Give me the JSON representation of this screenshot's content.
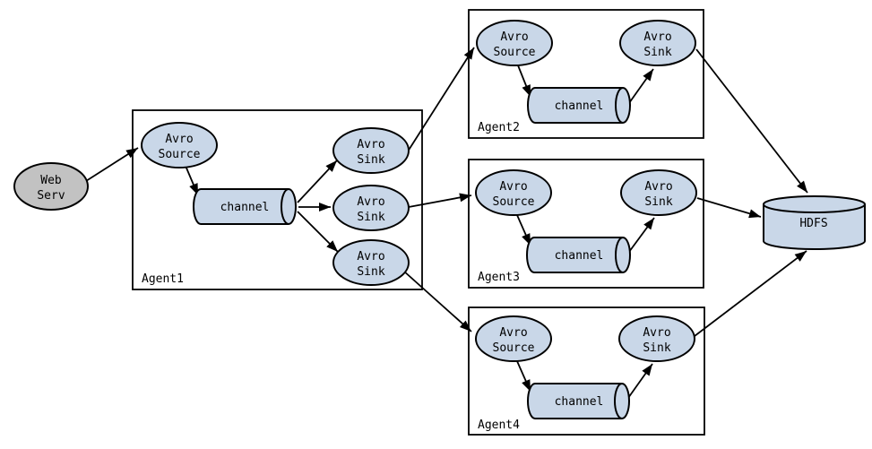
{
  "colors": {
    "node_fill": "#c9d7e8",
    "web_server_fill": "#c2c2c2",
    "stroke": "#000000",
    "background": "#ffffff"
  },
  "nodes": {
    "web_serv": {
      "shape": "ellipse",
      "lines": [
        "Web",
        "Serv"
      ]
    },
    "agent1_source": {
      "shape": "ellipse",
      "lines": [
        "Avro",
        "Source"
      ]
    },
    "agent1_channel": {
      "shape": "cylinder-horizontal",
      "label": "channel"
    },
    "agent1_sink_1": {
      "shape": "ellipse",
      "lines": [
        "Avro",
        "Sink"
      ]
    },
    "agent1_sink_2": {
      "shape": "ellipse",
      "lines": [
        "Avro",
        "Sink"
      ]
    },
    "agent1_sink_3": {
      "shape": "ellipse",
      "lines": [
        "Avro",
        "Sink"
      ]
    },
    "agent2_source": {
      "shape": "ellipse",
      "lines": [
        "Avro",
        "Source"
      ]
    },
    "agent2_channel": {
      "shape": "cylinder-horizontal",
      "label": "channel"
    },
    "agent2_sink": {
      "shape": "ellipse",
      "lines": [
        "Avro",
        "Sink"
      ]
    },
    "agent3_source": {
      "shape": "ellipse",
      "lines": [
        "Avro",
        "Source"
      ]
    },
    "agent3_channel": {
      "shape": "cylinder-horizontal",
      "label": "channel"
    },
    "agent3_sink": {
      "shape": "ellipse",
      "lines": [
        "Avro",
        "Sink"
      ]
    },
    "agent4_source": {
      "shape": "ellipse",
      "lines": [
        "Avro",
        "Source"
      ]
    },
    "agent4_channel": {
      "shape": "cylinder-horizontal",
      "label": "channel"
    },
    "agent4_sink": {
      "shape": "ellipse",
      "lines": [
        "Avro",
        "Sink"
      ]
    },
    "hdfs": {
      "shape": "cylinder-vertical",
      "label": "HDFS"
    }
  },
  "containers": {
    "agent1": {
      "label": "Agent1"
    },
    "agent2": {
      "label": "Agent2"
    },
    "agent3": {
      "label": "Agent3"
    },
    "agent4": {
      "label": "Agent4"
    }
  },
  "edges": [
    {
      "from": "web_serv",
      "to": "agent1_source"
    },
    {
      "from": "agent1_source",
      "to": "agent1_channel"
    },
    {
      "from": "agent1_channel",
      "to": "agent1_sink_1"
    },
    {
      "from": "agent1_channel",
      "to": "agent1_sink_2"
    },
    {
      "from": "agent1_channel",
      "to": "agent1_sink_3"
    },
    {
      "from": "agent1_sink_1",
      "to": "agent2_source"
    },
    {
      "from": "agent1_sink_2",
      "to": "agent3_source"
    },
    {
      "from": "agent1_sink_3",
      "to": "agent4_source"
    },
    {
      "from": "agent2_source",
      "to": "agent2_channel"
    },
    {
      "from": "agent2_channel",
      "to": "agent2_sink"
    },
    {
      "from": "agent2_sink",
      "to": "hdfs"
    },
    {
      "from": "agent3_source",
      "to": "agent3_channel"
    },
    {
      "from": "agent3_channel",
      "to": "agent3_sink"
    },
    {
      "from": "agent3_sink",
      "to": "hdfs"
    },
    {
      "from": "agent4_source",
      "to": "agent4_channel"
    },
    {
      "from": "agent4_channel",
      "to": "agent4_sink"
    },
    {
      "from": "agent4_sink",
      "to": "hdfs"
    }
  ]
}
